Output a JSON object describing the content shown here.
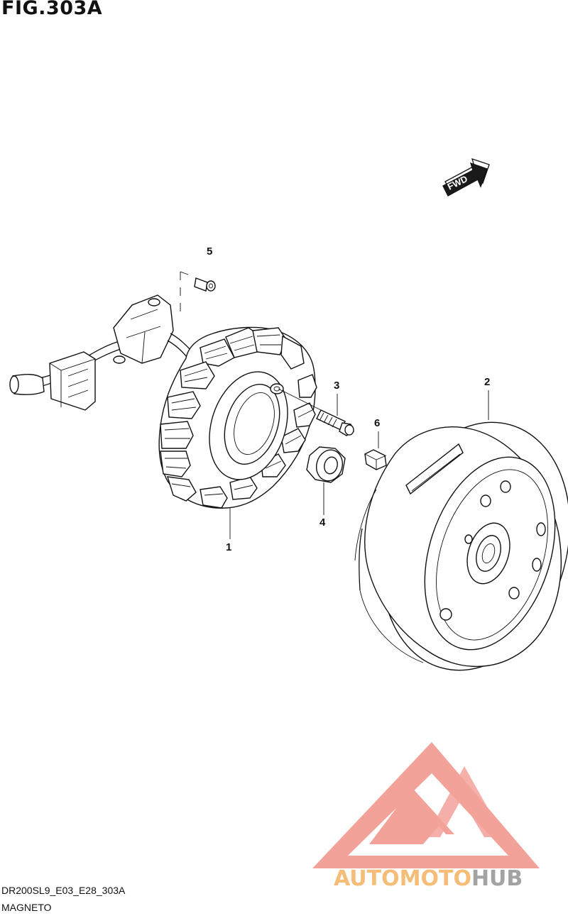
{
  "figure": {
    "title": "FIG.303A",
    "model_code": "DR200SL9_E03_E28_303A",
    "name": "MAGNETO"
  },
  "direction_marker": {
    "label": "FWD"
  },
  "callouts": [
    "1",
    "2",
    "3",
    "4",
    "5",
    "6"
  ],
  "watermark": {
    "text_part1": "AUTOMOTO",
    "text_part2": "HUB",
    "colors": {
      "triangle": "#f08a80",
      "text_orange": "#f6b66a",
      "text_gray": "#9a9a9a"
    }
  }
}
